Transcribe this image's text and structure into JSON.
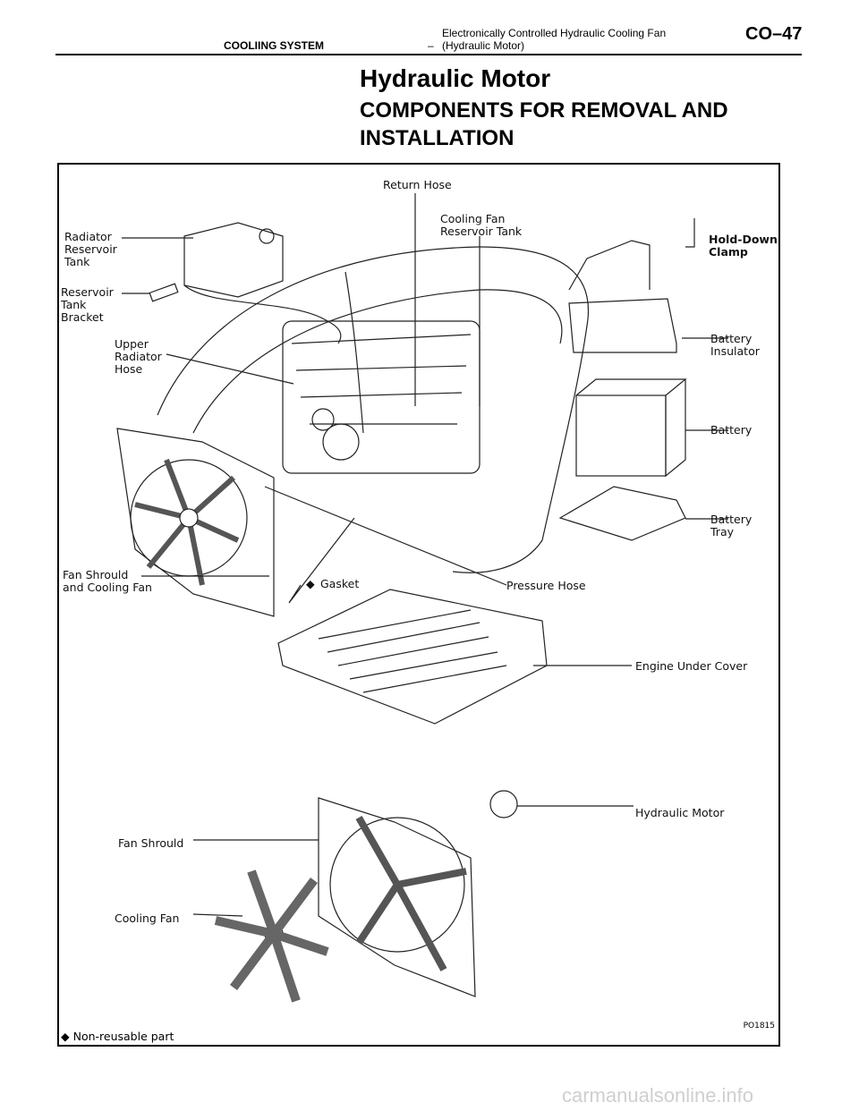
{
  "header": {
    "section": "COOLIING SYSTEM",
    "separator": "–",
    "subtitle_line1": "Electronically Controlled Hydraulic Cooling Fan",
    "subtitle_line2": "(Hydraulic Motor)",
    "page": "CO–47"
  },
  "title": "Hydraulic Motor",
  "subtitle": "COMPONENTS FOR REMOVAL AND INSTALLATION",
  "figure": {
    "labels": {
      "return_hose": "Return Hose",
      "cooling_fan_reservoir_tank": "Cooling Fan\nReservoir Tank",
      "radiator_reservoir_tank": "Radiator\nReservoir\nTank",
      "reservoir_tank_bracket": "Reservoir\nTank\nBracket",
      "upper_radiator_hose": "Upper\nRadiator\nHose",
      "hold_down_clamp": "Hold-Down\nClamp",
      "battery_insulator": "Battery\nInsulator",
      "battery": "Battery",
      "battery_tray": "Battery\nTray",
      "fan_shroud_and_cooling_fan": "Fan Shrould\nand Cooling Fan",
      "gasket": "Gasket",
      "pressure_hose": "Pressure Hose",
      "engine_under_cover": "Engine Under Cover",
      "hydraulic_motor": "Hydraulic Motor",
      "fan_shroud": "Fan Shrould",
      "cooling_fan": "Cooling Fan"
    },
    "code": "PO1815",
    "footnote": "Non-reusable part"
  },
  "watermark": "carmanualsonline.info"
}
